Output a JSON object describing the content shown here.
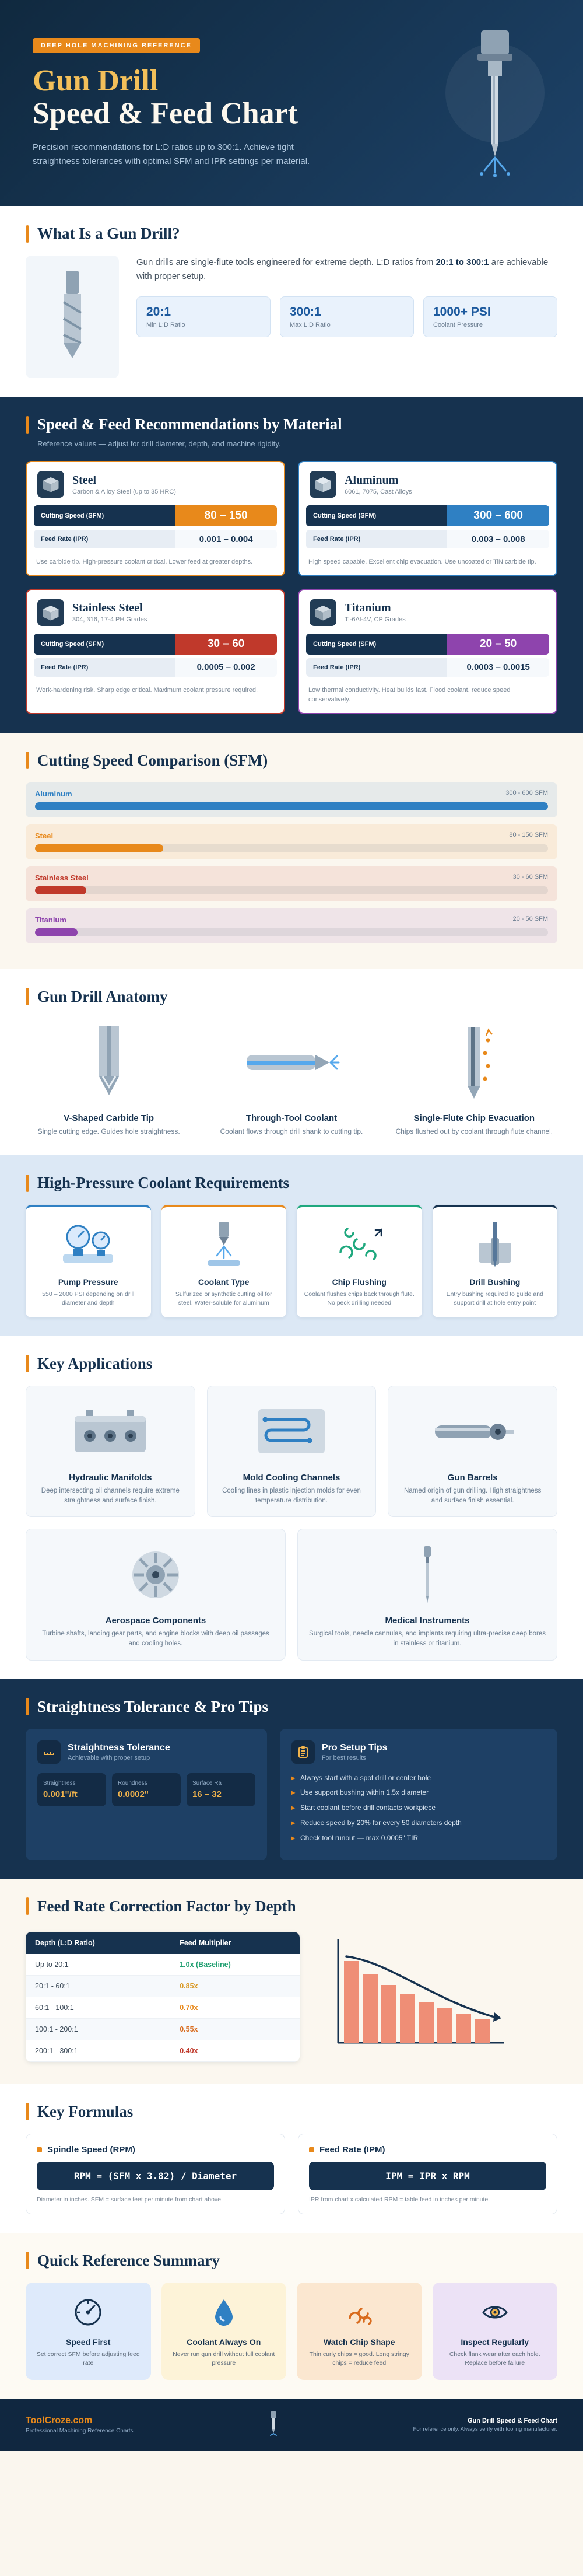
{
  "theme": {
    "navy": "#16324f",
    "orange": "#e8891b",
    "amber": "#f0b34c",
    "cream": "#faf6ee",
    "light_blue": "#dce8f5",
    "steel_color": "#e8891b",
    "aluminum_color": "#2f80c3",
    "stainless_color": "#c0392b",
    "titanium_color": "#8e44ad"
  },
  "header": {
    "badge": "DEEP HOLE MACHINING REFERENCE",
    "title_line1": "Gun Drill",
    "title_line2": "Speed & Feed Chart",
    "subtitle": "Precision recommendations for L:D ratios up to 300:1. Achieve tight straightness tolerances with optimal SFM and IPR settings per material.",
    "illustration": "gun-drill-coolant-illustration"
  },
  "what_is": {
    "title": "What Is a Gun Drill?",
    "body_part1": "Gun drills are single-flute tools engineered for extreme depth. L:D ratios from ",
    "body_bold": "20:1 to 300:1",
    "body_part2": " are achievable with proper setup.",
    "stats": [
      {
        "value": "20:1",
        "label": "Min L:D Ratio"
      },
      {
        "value": "300:1",
        "label": "Max L:D Ratio"
      },
      {
        "value": "1000+ PSI",
        "label": "Coolant Pressure"
      }
    ]
  },
  "materials": {
    "title": "Speed & Feed Recommendations by Material",
    "subtitle": "Reference values — adjust for drill diameter, depth, and machine rigidity.",
    "speed_label": "Cutting Speed (SFM)",
    "feed_label": "Feed Rate (IPR)",
    "cards": [
      {
        "name": "Steel",
        "grades": "Carbon & Alloy Steel (up to 35 HRC)",
        "speed": "80 – 150",
        "feed": "0.001 – 0.004",
        "note": "Use carbide tip. High-pressure coolant critical. Lower feed at greater depths.",
        "color": "#e8891b"
      },
      {
        "name": "Aluminum",
        "grades": "6061, 7075, Cast Alloys",
        "speed": "300 – 600",
        "feed": "0.003 – 0.008",
        "note": "High speed capable. Excellent chip evacuation. Use uncoated or TiN carbide tip.",
        "color": "#2f80c3"
      },
      {
        "name": "Stainless Steel",
        "grades": "304, 316, 17-4 PH Grades",
        "speed": "30 – 60",
        "feed": "0.0005 – 0.002",
        "note": "Work-hardening risk. Sharp edge critical. Maximum coolant pressure required.",
        "color": "#c0392b"
      },
      {
        "name": "Titanium",
        "grades": "Ti-6Al-4V, CP Grades",
        "speed": "20 – 50",
        "feed": "0.0003 – 0.0015",
        "note": "Low thermal conductivity. Heat builds fast. Flood coolant, reduce speed conservatively.",
        "color": "#8e44ad"
      }
    ]
  },
  "comparison": {
    "title": "Cutting Speed Comparison (SFM)",
    "scale_max_sfm": 600,
    "type": "bar",
    "rows": [
      {
        "label": "Aluminum",
        "range": "300 - 600 SFM",
        "min": 300,
        "max": 600,
        "width_pct": 100,
        "color": "#2f80c3"
      },
      {
        "label": "Steel",
        "range": "80 - 150 SFM",
        "min": 80,
        "max": 150,
        "width_pct": 25,
        "color": "#e8891b"
      },
      {
        "label": "Stainless Steel",
        "range": "30 - 60 SFM",
        "min": 30,
        "max": 60,
        "width_pct": 10,
        "color": "#c0392b"
      },
      {
        "label": "Titanium",
        "range": "20 - 50 SFM",
        "min": 20,
        "max": 50,
        "width_pct": 8.3,
        "color": "#8e44ad"
      }
    ]
  },
  "anatomy": {
    "title": "Gun Drill Anatomy",
    "items": [
      {
        "name": "V-Shaped Carbide Tip",
        "desc": "Single cutting edge. Guides hole straightness.",
        "icon": "carbide-tip-icon"
      },
      {
        "name": "Through-Tool Coolant",
        "desc": "Coolant flows through drill shank to cutting tip.",
        "icon": "through-coolant-icon"
      },
      {
        "name": "Single-Flute Chip Evacuation",
        "desc": "Chips flushed out by coolant through flute channel.",
        "icon": "chip-evacuation-icon"
      }
    ]
  },
  "coolant": {
    "title": "High-Pressure Coolant Requirements",
    "cards": [
      {
        "name": "Pump Pressure",
        "desc": "550 – 2000 PSI depending on drill diameter and depth",
        "icon": "pump-icon",
        "accent": "#2f80c3"
      },
      {
        "name": "Coolant Type",
        "desc": "Sulfurized or synthetic cutting oil for steel. Water-soluble for aluminum",
        "icon": "coolant-nozzle-icon",
        "accent": "#e8891b"
      },
      {
        "name": "Chip Flushing",
        "desc": "Coolant flushes chips back through flute. No peck drilling needed",
        "icon": "chip-flush-icon",
        "accent": "#1fa87e"
      },
      {
        "name": "Drill Bushing",
        "desc": "Entry bushing required to guide and support drill at hole entry point",
        "icon": "bushing-icon",
        "accent": "#16324f"
      }
    ]
  },
  "applications": {
    "title": "Key Applications",
    "cards": [
      {
        "name": "Hydraulic Manifolds",
        "desc": "Deep intersecting oil channels require extreme straightness and surface finish.",
        "icon": "manifold-icon"
      },
      {
        "name": "Mold Cooling Channels",
        "desc": "Cooling lines in plastic injection molds for even temperature distribution.",
        "icon": "mold-icon"
      },
      {
        "name": "Gun Barrels",
        "desc": "Named origin of gun drilling. High straightness and surface finish essential.",
        "icon": "barrel-icon"
      },
      {
        "name": "Aerospace Components",
        "desc": "Turbine shafts, landing gear parts, and engine blocks with deep oil passages and cooling holes.",
        "icon": "turbine-icon"
      },
      {
        "name": "Medical Instruments",
        "desc": "Surgical tools, needle cannulas, and implants requiring ultra-precise deep bores in stainless or titanium.",
        "icon": "needle-icon"
      }
    ]
  },
  "tolerance": {
    "title": "Straightness Tolerance & Pro Tips",
    "left": {
      "heading": "Straightness Tolerance",
      "sub": "Achievable with proper setup",
      "stats": [
        {
          "label": "Straightness",
          "value": "0.001\"/ft"
        },
        {
          "label": "Roundness",
          "value": "0.0002\""
        },
        {
          "label": "Surface Ra",
          "value": "16 – 32"
        }
      ]
    },
    "right": {
      "heading": "Pro Setup Tips",
      "sub": "For best results",
      "tips": [
        "Always start with a spot drill or center hole",
        "Use support bushing within 1.5x diameter",
        "Start coolant before drill contacts workpiece",
        "Reduce speed by 20% for every 50 diameters depth",
        "Check tool runout — max 0.0005\" TIR"
      ]
    }
  },
  "feed_correction": {
    "title": "Feed Rate Correction Factor by Depth",
    "headers": [
      "Depth (L:D Ratio)",
      "Feed Multiplier"
    ],
    "rows": [
      {
        "depth": "Up to 20:1",
        "mult": "1.0x (Baseline)",
        "color": "#1e9e6f"
      },
      {
        "depth": "20:1 - 60:1",
        "mult": "0.85x",
        "color": "#d99a27"
      },
      {
        "depth": "60:1 - 100:1",
        "mult": "0.70x",
        "color": "#e8891b"
      },
      {
        "depth": "100:1 - 200:1",
        "mult": "0.55x",
        "color": "#d96c1e"
      },
      {
        "depth": "200:1 - 300:1",
        "mult": "0.40x",
        "color": "#c0392b"
      }
    ],
    "chart_icon": "feed-decay-chart"
  },
  "formulas": {
    "title": "Key Formulas",
    "cards": [
      {
        "name": "Spindle Speed (RPM)",
        "formula": "RPM = (SFM x 3.82) / Diameter",
        "note": "Diameter in inches. SFM = surface feet per minute from chart above."
      },
      {
        "name": "Feed Rate (IPM)",
        "formula": "IPM = IPR x RPM",
        "note": "IPR from chart x calculated RPM = table feed in inches per minute."
      }
    ]
  },
  "quick_ref": {
    "title": "Quick Reference Summary",
    "cards": [
      {
        "name": "Speed First",
        "desc": "Set correct SFM before adjusting feed rate",
        "icon": "gauge-icon",
        "bg": "#deeafb"
      },
      {
        "name": "Coolant Always On",
        "desc": "Never run gun drill without full coolant pressure",
        "icon": "droplet-icon",
        "bg": "#fdf3d8"
      },
      {
        "name": "Watch Chip Shape",
        "desc": "Thin curly chips = good. Long stringy chips = reduce feed",
        "icon": "chip-icon",
        "bg": "#fbe7d0"
      },
      {
        "name": "Inspect Regularly",
        "desc": "Check flank wear after each hole. Replace before failure",
        "icon": "eye-icon",
        "bg": "#ece2f6"
      }
    ]
  },
  "footer": {
    "brand": "ToolCroze.com",
    "brand_sub": "Professional Machining Reference Charts",
    "right_title": "Gun Drill Speed & Feed Chart",
    "right_sub": "For reference only. Always verify with tooling manufacturer."
  }
}
